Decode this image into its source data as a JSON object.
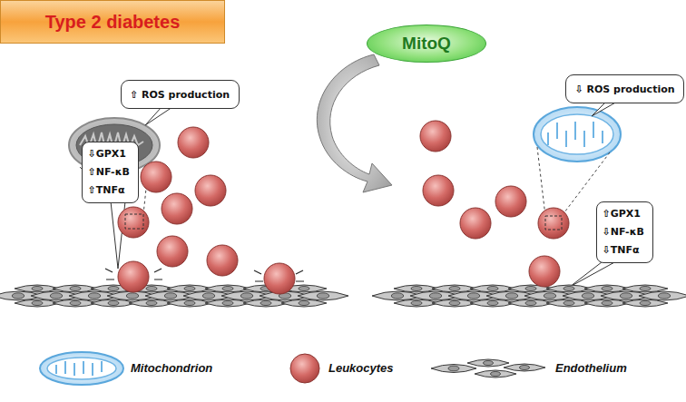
{
  "diagram": {
    "nodes": [
      {
        "text": [
          "Type 2 diabetes"
        ]
      },
      {
        "text": [
          "MitoQ"
        ]
      },
      {
        "text": [
          "⇧ ROS production"
        ]
      },
      {
        "text": [
          "⇩GPX1",
          "⇧NF-κB",
          "⇧TNFα"
        ]
      },
      {
        "text": [
          "⇩ ROS production"
        ]
      },
      {
        "text": [
          "⇧GPX1",
          "⇩NF-κB",
          "⇩TNFα"
        ]
      }
    ],
    "legend": [
      {
        "text": "Mitochondrion"
      },
      {
        "text": "Leukocytes"
      },
      {
        "text": "Endothelium"
      }
    ]
  }
}
